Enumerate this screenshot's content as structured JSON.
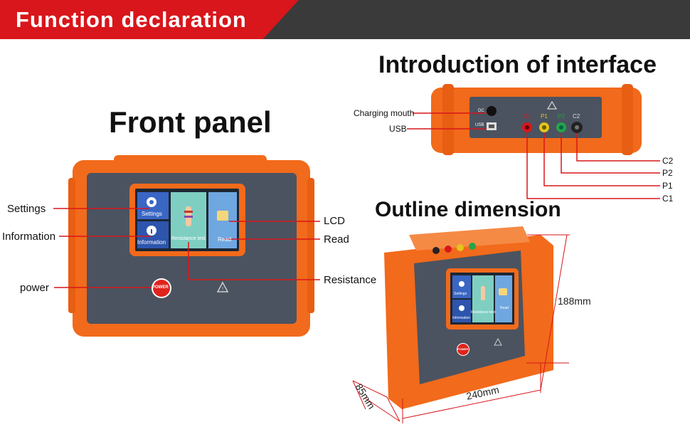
{
  "banner": {
    "title": "Function declaration"
  },
  "front_panel": {
    "heading": "Front panel",
    "callouts": {
      "settings": "Settings",
      "information": "Information",
      "power": "power",
      "lcd": "LCD",
      "read": "Read",
      "resistance": "Resistance"
    },
    "screen": {
      "settings_tile": "Settings",
      "information_tile": "Information",
      "resistance_tile": "Resistance test",
      "read_tile": "Read"
    },
    "power_button": "POWER"
  },
  "interface": {
    "heading": "Introduction of interface",
    "left_callouts": {
      "charging": "Charging mouth",
      "usb": "USB"
    },
    "port_labels": {
      "dc": "DC",
      "usb": "USB",
      "c1": "C1",
      "p1": "P1",
      "p2": "P2",
      "c2": "C2"
    },
    "right_labels": [
      "C2",
      "P2",
      "P1",
      "C1"
    ]
  },
  "outline": {
    "heading": "Outline dimension",
    "height": "188mm",
    "width": "240mm",
    "depth": "85mm",
    "screen": {
      "settings_tile": "Settings",
      "information_tile": "Information",
      "resistance_tile": "Resistance test",
      "read_tile": "Read"
    },
    "power_button": "POWER"
  },
  "colors": {
    "orange": "#f26a1b",
    "panel": "#4b5360",
    "banner_red": "#d8161b",
    "banner_dark": "#3a3a3a",
    "callout_line": "#d8161b"
  }
}
